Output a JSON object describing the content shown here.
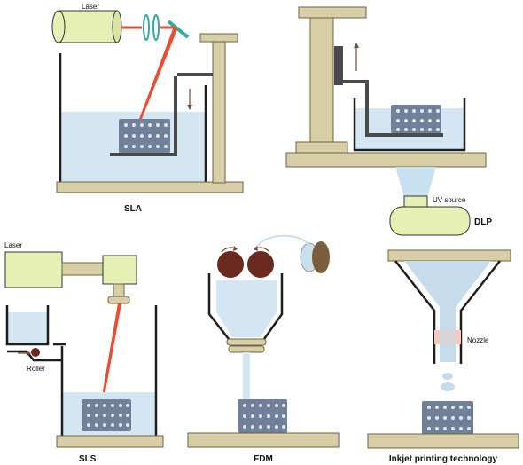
{
  "colors": {
    "base": "#d8cfa6",
    "base_stroke": "#6d6545",
    "liquid": "#d3e6f1",
    "green": "#e6efb4",
    "laser": "#ee4b33",
    "lens": "#3aa7a1",
    "part": "#6f8098",
    "roller": "#6a2a1e",
    "nozzle_pink": "#f6c9c0",
    "dark": "#1e1e1e",
    "arm": "#4a4a4a"
  },
  "panels": {
    "sla": {
      "caption": "SLA",
      "laser_label": "Laser"
    },
    "dlp": {
      "caption": "DLP",
      "uv_label": "UV source"
    },
    "sls": {
      "caption": "SLS",
      "laser_label": "Laser",
      "roller_label": "Roller"
    },
    "fdm": {
      "caption": "FDM"
    },
    "inkjet": {
      "caption": "Inkjet printing technology",
      "nozzle_label": "Nozzle"
    }
  }
}
